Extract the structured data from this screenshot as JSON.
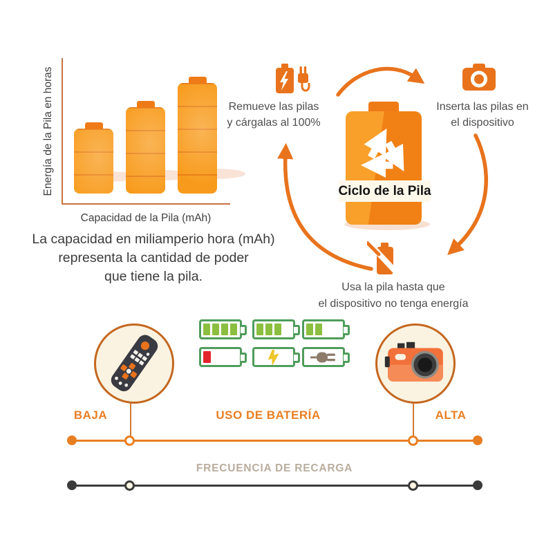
{
  "colors": {
    "primary_orange": "#e8731c",
    "bar_orange": "#f89b1c",
    "bar_cap_orange": "#ef7b17",
    "axis_brown": "#c97143",
    "text_dark": "#3d3d3d",
    "step_text_gray": "#4d4d4d",
    "cream_circle_fill": "#faf3e1",
    "circle_border": "#c4671f",
    "label_band_cream": "#fdf8ea",
    "battery_outline_green": "#4f9d5b",
    "battery_bar_green": "#8cbe3f",
    "battery_bar_red": "#e2252c",
    "bolt_yellow": "#eec428",
    "plug_brown": "#8d7c6a",
    "timeline_orange": "#e87e22",
    "timeline_dark": "#3b3b3b",
    "frequency_text_gray": "#b9ad9d"
  },
  "chart_data": {
    "type": "bar",
    "title": "",
    "categories": [
      "pila de baja capacidad",
      "pila de capacidad media",
      "pila de alta capacidad"
    ],
    "values": [
      45,
      60,
      77
    ],
    "ylim": [
      0,
      94
    ],
    "xlabel": "Capacidad de la Pila (mAh)",
    "ylabel": "Energía de la Pila en horas",
    "grid": false,
    "legend_position": "none",
    "bar_style": "battery-shaped orange bars with segment lines"
  },
  "description": {
    "lines": [
      "La capacidad en miliamperio hora (mAh)",
      "representa la cantidad de poder",
      "que tiene la pila."
    ]
  },
  "cycle": {
    "center_label": "Ciclo de la Pila",
    "center_icon": "recycle-icon",
    "steps": {
      "charge": {
        "icon": "battery-charging-plug-icon",
        "line1": "Remueve las pilas",
        "line2": "y cárgalas al 100%"
      },
      "insert": {
        "icon": "camera-icon",
        "line1": "Inserta las pilas en",
        "line2": "el dispositivo"
      },
      "use": {
        "icon": "battery-depleted-icon",
        "line1": "Usa la pila hasta que",
        "line2": "el dispositivo no tenga energía"
      }
    }
  },
  "battery_grid": {
    "cells": [
      {
        "type": "bars",
        "bars": 4,
        "color": "green"
      },
      {
        "type": "bars",
        "bars": 3,
        "color": "green"
      },
      {
        "type": "bars",
        "bars": 2,
        "color": "green"
      },
      {
        "type": "bars",
        "bars": 1,
        "color": "red"
      },
      {
        "type": "bolt"
      },
      {
        "type": "plug"
      }
    ]
  },
  "usage_scale": {
    "left_label": "BAJA",
    "center_label": "USO DE BATERÍA",
    "right_label": "ALTA",
    "left_device_icon": "remote-control-icon",
    "right_device_icon": "camera-icon"
  },
  "recharge_scale": {
    "label": "FRECUENCIA DE RECARGA"
  }
}
